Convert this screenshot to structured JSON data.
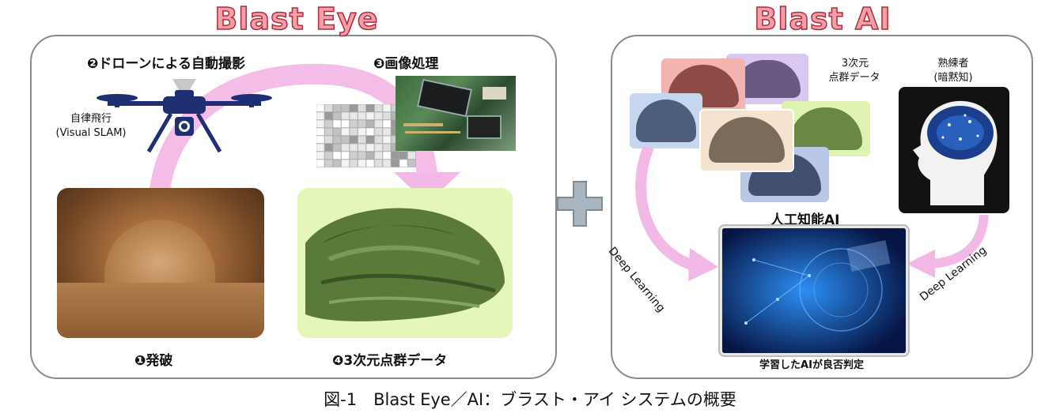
{
  "left_panel": {
    "title": "Blast Eye",
    "drone_label": "❷ドローンによる自動撮影",
    "auto_flight": "自律飛行",
    "visual_slam": "(Visual SLAM)",
    "image_processing_label": "❸画像処理",
    "blasting_label": "❶発破",
    "point_cloud_label": "❹3次元点群データ"
  },
  "right_panel": {
    "title": "Blast AI",
    "point_cloud_line1": "3次元",
    "point_cloud_line2": "点群データ",
    "expert_line1": "熟練者",
    "expert_line2": "(暗黙知)",
    "ai_label": "人工知能AI",
    "deep_learning_left": "Deep Learning",
    "deep_learning_right": "Deep Learning",
    "judge_label": "学習したAIが良否判定"
  },
  "caption": "図-1　Blast Eye／AI：ブラスト・アイ システムの概要",
  "colors": {
    "title_fill": "#f4a0a6",
    "title_stroke": "#b02a3b",
    "arrow_pink": "#f3b9e6",
    "plus_gray": "#a9b5bf"
  }
}
